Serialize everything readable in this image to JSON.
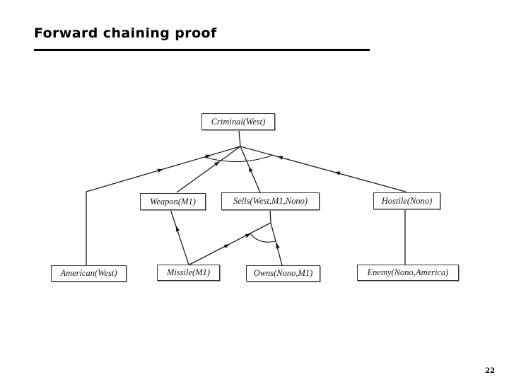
{
  "slide": {
    "title": "Forward chaining proof",
    "page_number": "22"
  },
  "diagram": {
    "type": "proof-tree",
    "nodes": {
      "criminal": {
        "label": "Criminal(West)"
      },
      "weapon": {
        "label": "Weapon(M1)"
      },
      "sells": {
        "label": "Sells(West,M1,Nono)"
      },
      "hostile": {
        "label": "Hostile(Nono)"
      },
      "american": {
        "label": "American(West)"
      },
      "missile": {
        "label": "Missile(M1)"
      },
      "owns": {
        "label": "Owns(Nono,M1)"
      },
      "enemy": {
        "label": "Enemy(Nono,America)"
      }
    },
    "edges": [
      {
        "from": "american",
        "to": "criminal"
      },
      {
        "from": "weapon",
        "to": "criminal"
      },
      {
        "from": "sells",
        "to": "criminal"
      },
      {
        "from": "hostile",
        "to": "criminal"
      },
      {
        "from": "missile",
        "to": "weapon"
      },
      {
        "from": "missile",
        "to": "sells"
      },
      {
        "from": "owns",
        "to": "sells"
      },
      {
        "from": "enemy",
        "to": "hostile"
      }
    ],
    "colors": {
      "line": "#1a1a1a",
      "box_border": "#333333",
      "text": "#1a1a1a",
      "title": "#000000"
    }
  }
}
